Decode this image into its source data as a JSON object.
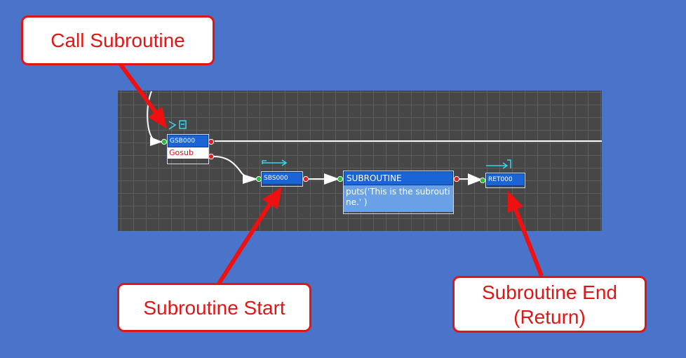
{
  "flowchart": {
    "gosub_node": {
      "id": "GSB000",
      "label": "Gosub"
    },
    "start_node": {
      "id": "SBS000"
    },
    "sub_node": {
      "title": "SUBROUTINE",
      "code": "puts('This is the subroutine.' )"
    },
    "ret_node": {
      "id": "RET000"
    }
  },
  "callouts": {
    "call": "Call Subroutine",
    "start": "Subroutine Start",
    "end_line1": "Subroutine End",
    "end_line2": "(Return)"
  },
  "colors": {
    "background": "#4a74c9",
    "node_header": "#1a64d6",
    "callout_red": "#e01515",
    "connector_in": "#1fbf2f",
    "connector_out": "#e02020"
  }
}
